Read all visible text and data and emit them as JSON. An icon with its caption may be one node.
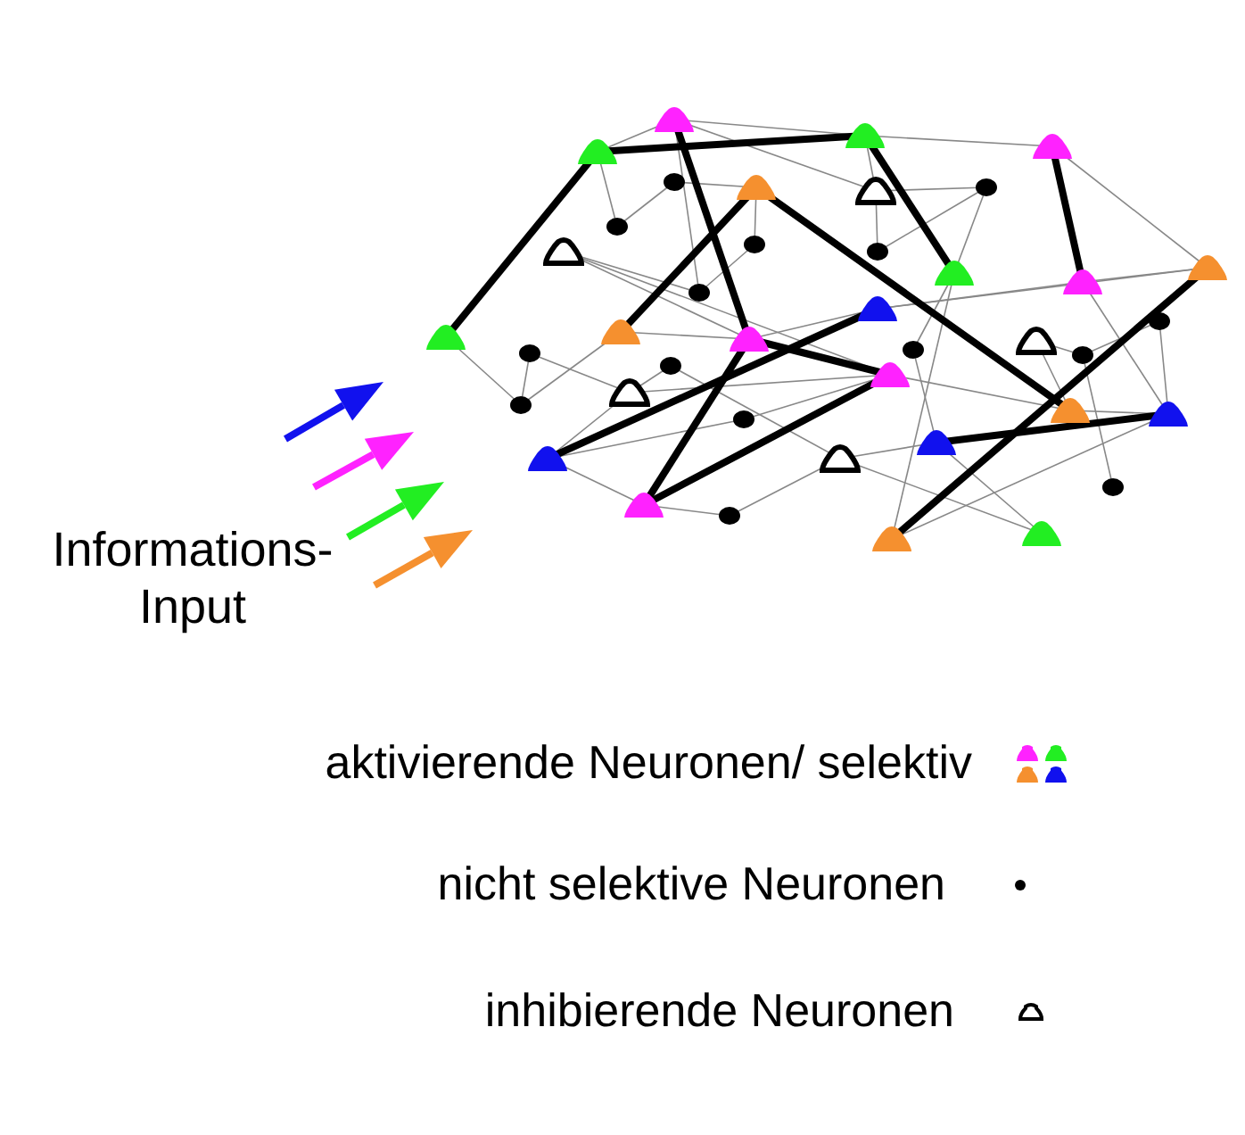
{
  "diagram": {
    "labels": [
      "Informations- Input"
    ],
    "legend": [
      {
        "text": "aktivierende Neuronen/ selektiv"
      },
      {
        "text": "nicht selektive Neuronen"
      },
      {
        "text": "inhibierende Neuronen"
      }
    ]
  }
}
